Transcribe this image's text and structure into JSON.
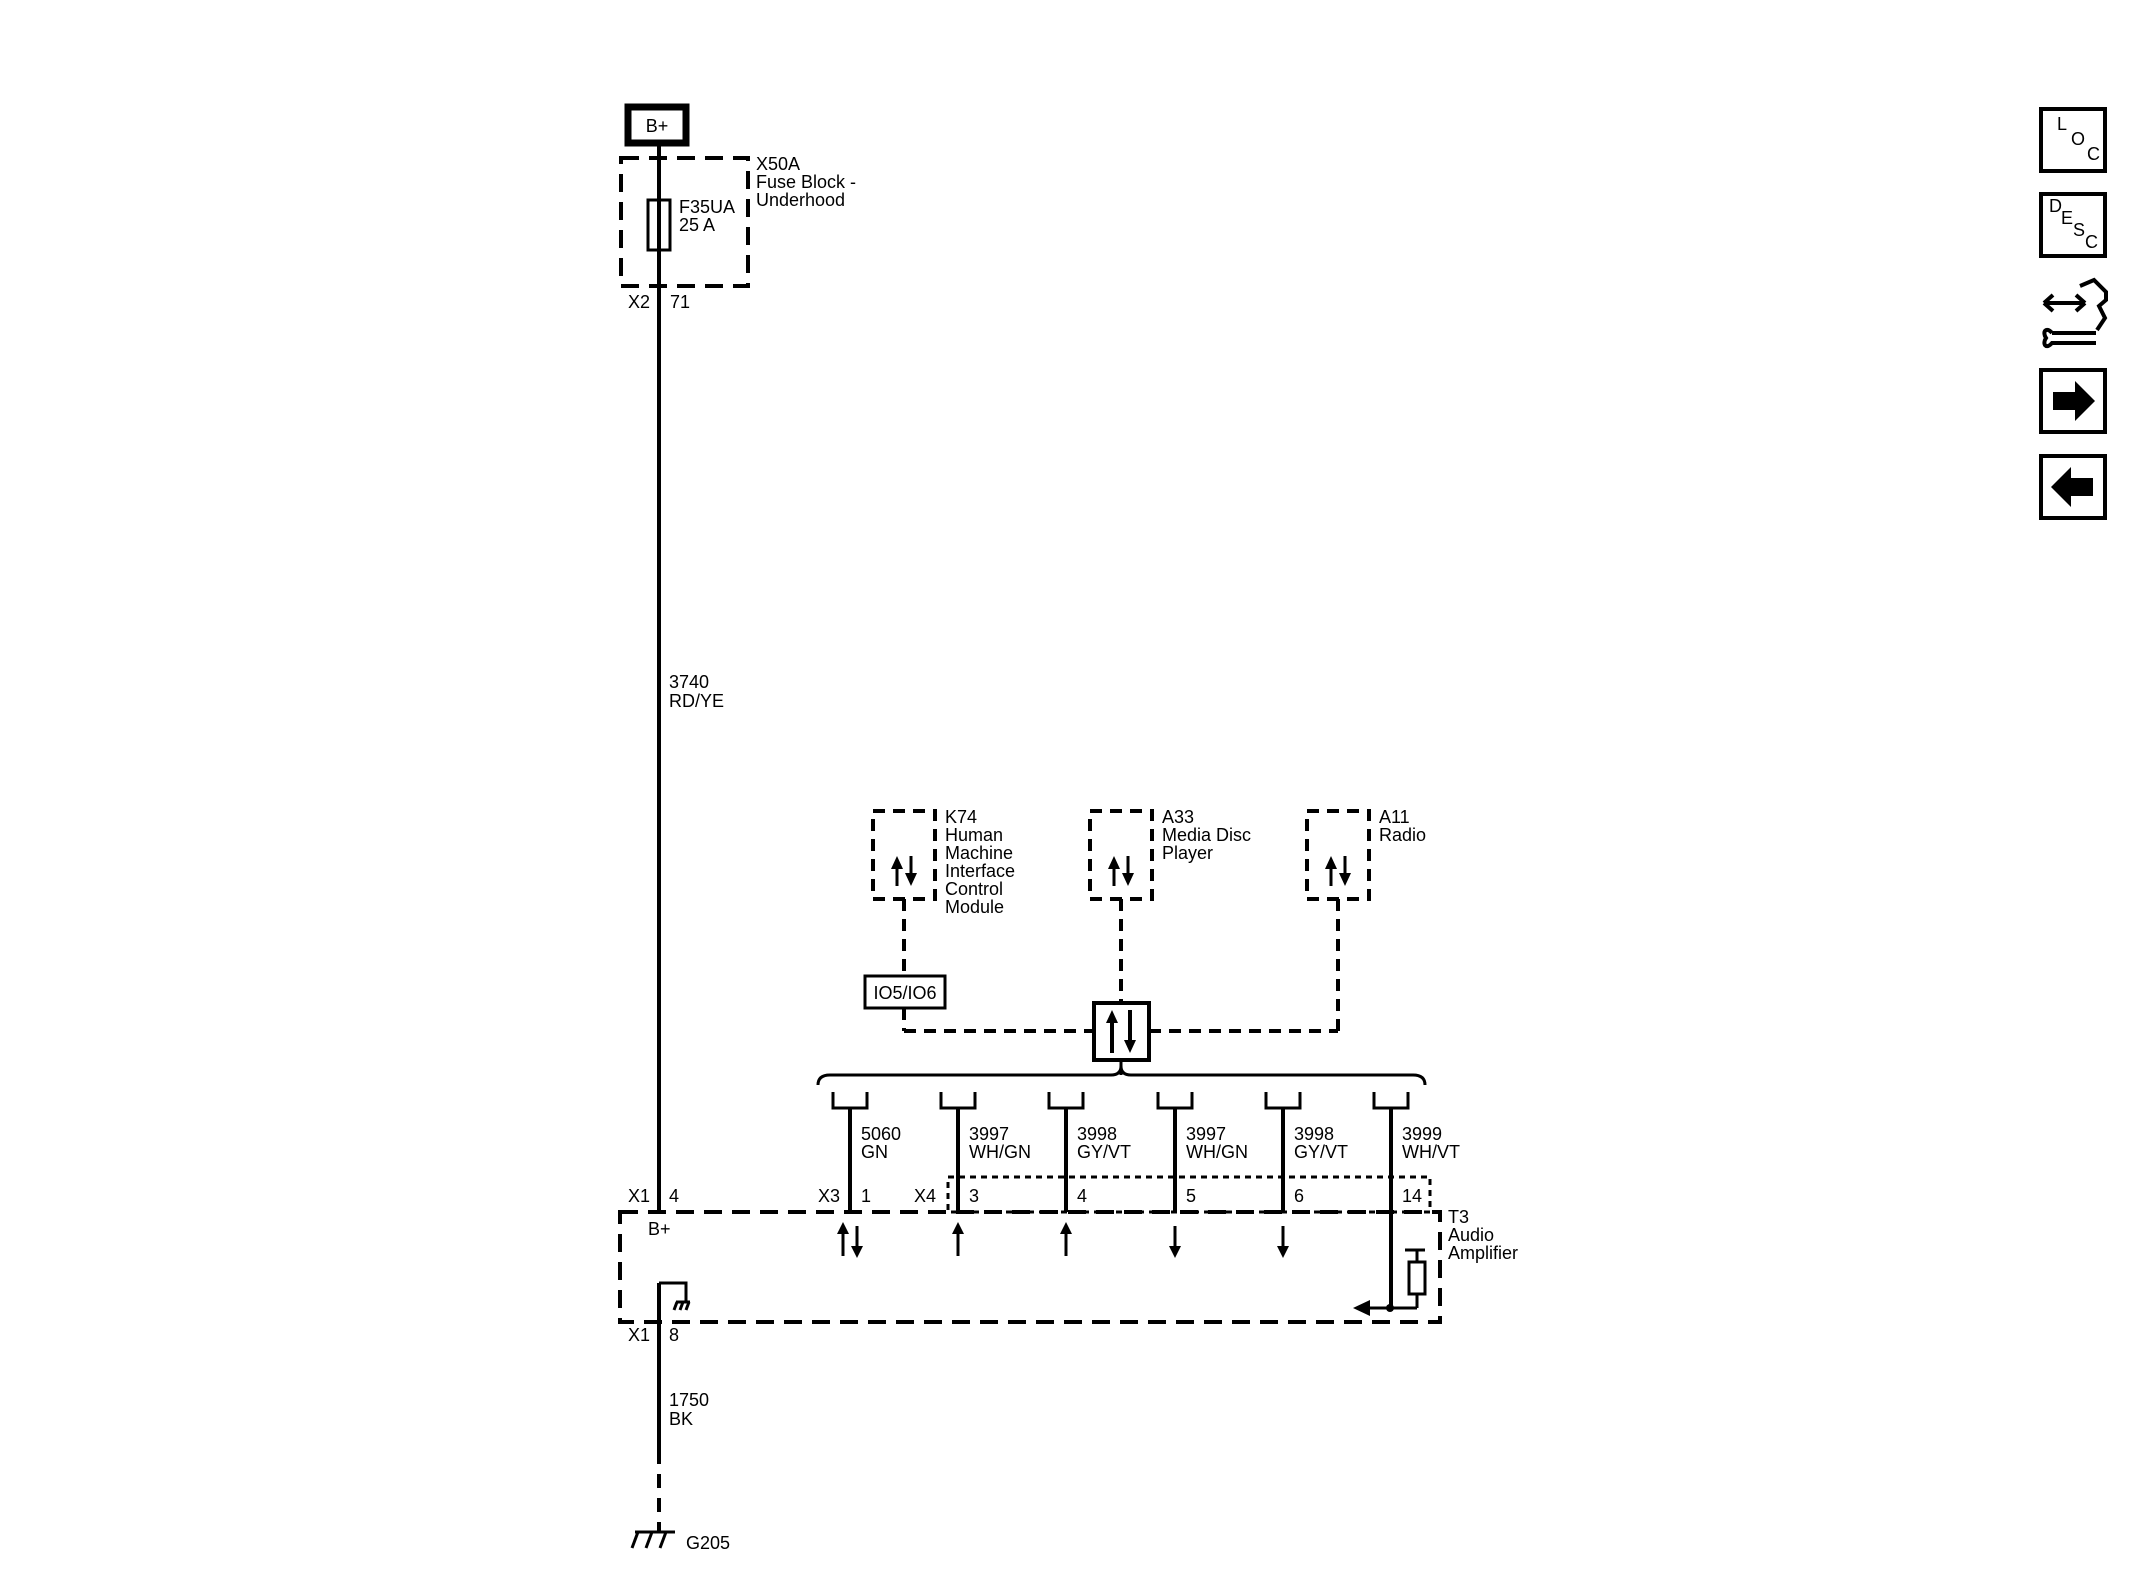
{
  "power": {
    "source_label": "B+",
    "fuse_block_id": "X50A",
    "fuse_block_name_line1": "Fuse Block -",
    "fuse_block_name_line2": "Underhood",
    "fuse_id": "F35UA",
    "fuse_rating": "25 A",
    "fuse_connector": "X2",
    "fuse_pin": "71",
    "wire_circuit": "3740",
    "wire_color": "RD/YE"
  },
  "modules": {
    "k74": {
      "id": "K74",
      "lines": [
        "Human",
        "Machine",
        "Interface",
        "Control",
        "Module"
      ]
    },
    "a33": {
      "id": "A33",
      "lines": [
        "Media Disc",
        "Player"
      ]
    },
    "a11": {
      "id": "A11",
      "lines": [
        "Radio"
      ]
    }
  },
  "splice_label": "IO5/IO6",
  "channels": [
    {
      "circuit": "5060",
      "color": "GN"
    },
    {
      "circuit": "3997",
      "color": "WH/GN"
    },
    {
      "circuit": "3998",
      "color": "GY/VT"
    },
    {
      "circuit": "3997",
      "color": "WH/GN"
    },
    {
      "circuit": "3998",
      "color": "GY/VT"
    },
    {
      "circuit": "3999",
      "color": "WH/VT"
    }
  ],
  "amplifier": {
    "id": "T3",
    "name_line1": "Audio",
    "name_line2": "Amplifier",
    "x1_connector": "X1",
    "x1_pin_power": "4",
    "x1_pin_ground": "8",
    "power_label": "B+",
    "x3_connector": "X3",
    "x4_connector": "X4",
    "pins": [
      "1",
      "3",
      "4",
      "5",
      "6",
      "14"
    ]
  },
  "ground": {
    "wire_circuit": "1750",
    "wire_color": "BK",
    "id": "G205"
  },
  "side_toolbar": {
    "loc": {
      "l": "L",
      "o": "O",
      "c": "C",
      "icon": "loc-icon"
    },
    "desc": {
      "d": "D",
      "e": "E",
      "s": "S",
      "c": "C",
      "icon": "desc-icon"
    },
    "connector_icon": "connector-tool-icon",
    "next_icon": "arrow-right-icon",
    "prev_icon": "arrow-left-icon"
  }
}
